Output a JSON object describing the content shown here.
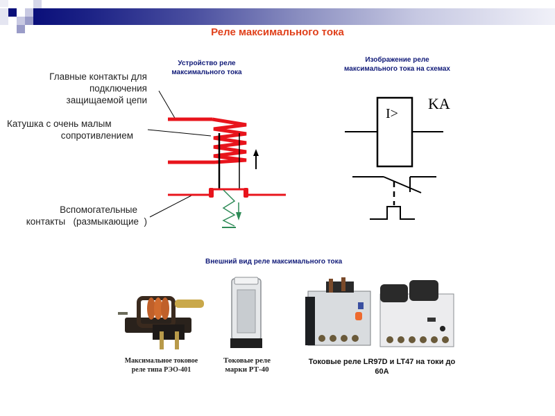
{
  "slide": {
    "title": "Реле максимального тока",
    "accent_color": "#e0401b",
    "heading_color": "#101a78"
  },
  "device_diagram": {
    "heading_line1": "Устройство реле",
    "heading_line2": "максимального тока",
    "labels": {
      "main_contacts": [
        "Главные контакты для",
        "подключения",
        "защищаемой цепи"
      ],
      "coil": [
        "Катушка с очень малым",
        "сопротивлением"
      ],
      "aux_contacts": [
        "Вспомогательные",
        "контакты   (размыкающие  )"
      ]
    },
    "colors": {
      "coil": "#e8141c",
      "spring": "#2e8b57",
      "line": "#000000"
    }
  },
  "schematic": {
    "heading_line1": "Изображение реле",
    "heading_line2": "максимального тока на схемах",
    "symbol_text": "I>",
    "designation": "KA"
  },
  "photos": {
    "heading": "Внешний вид реле максимального тока",
    "items": [
      {
        "name": "reo-401",
        "caption": [
          "Максимальное токовое",
          "реле типа РЭО-401"
        ]
      },
      {
        "name": "rt-40",
        "caption": [
          "Токовые реле",
          "марки РТ-40"
        ]
      },
      {
        "name": "lr97d-lt47",
        "caption": [
          "Токовые реле LR97D и LT47 на токи до",
          "60А"
        ]
      }
    ]
  }
}
